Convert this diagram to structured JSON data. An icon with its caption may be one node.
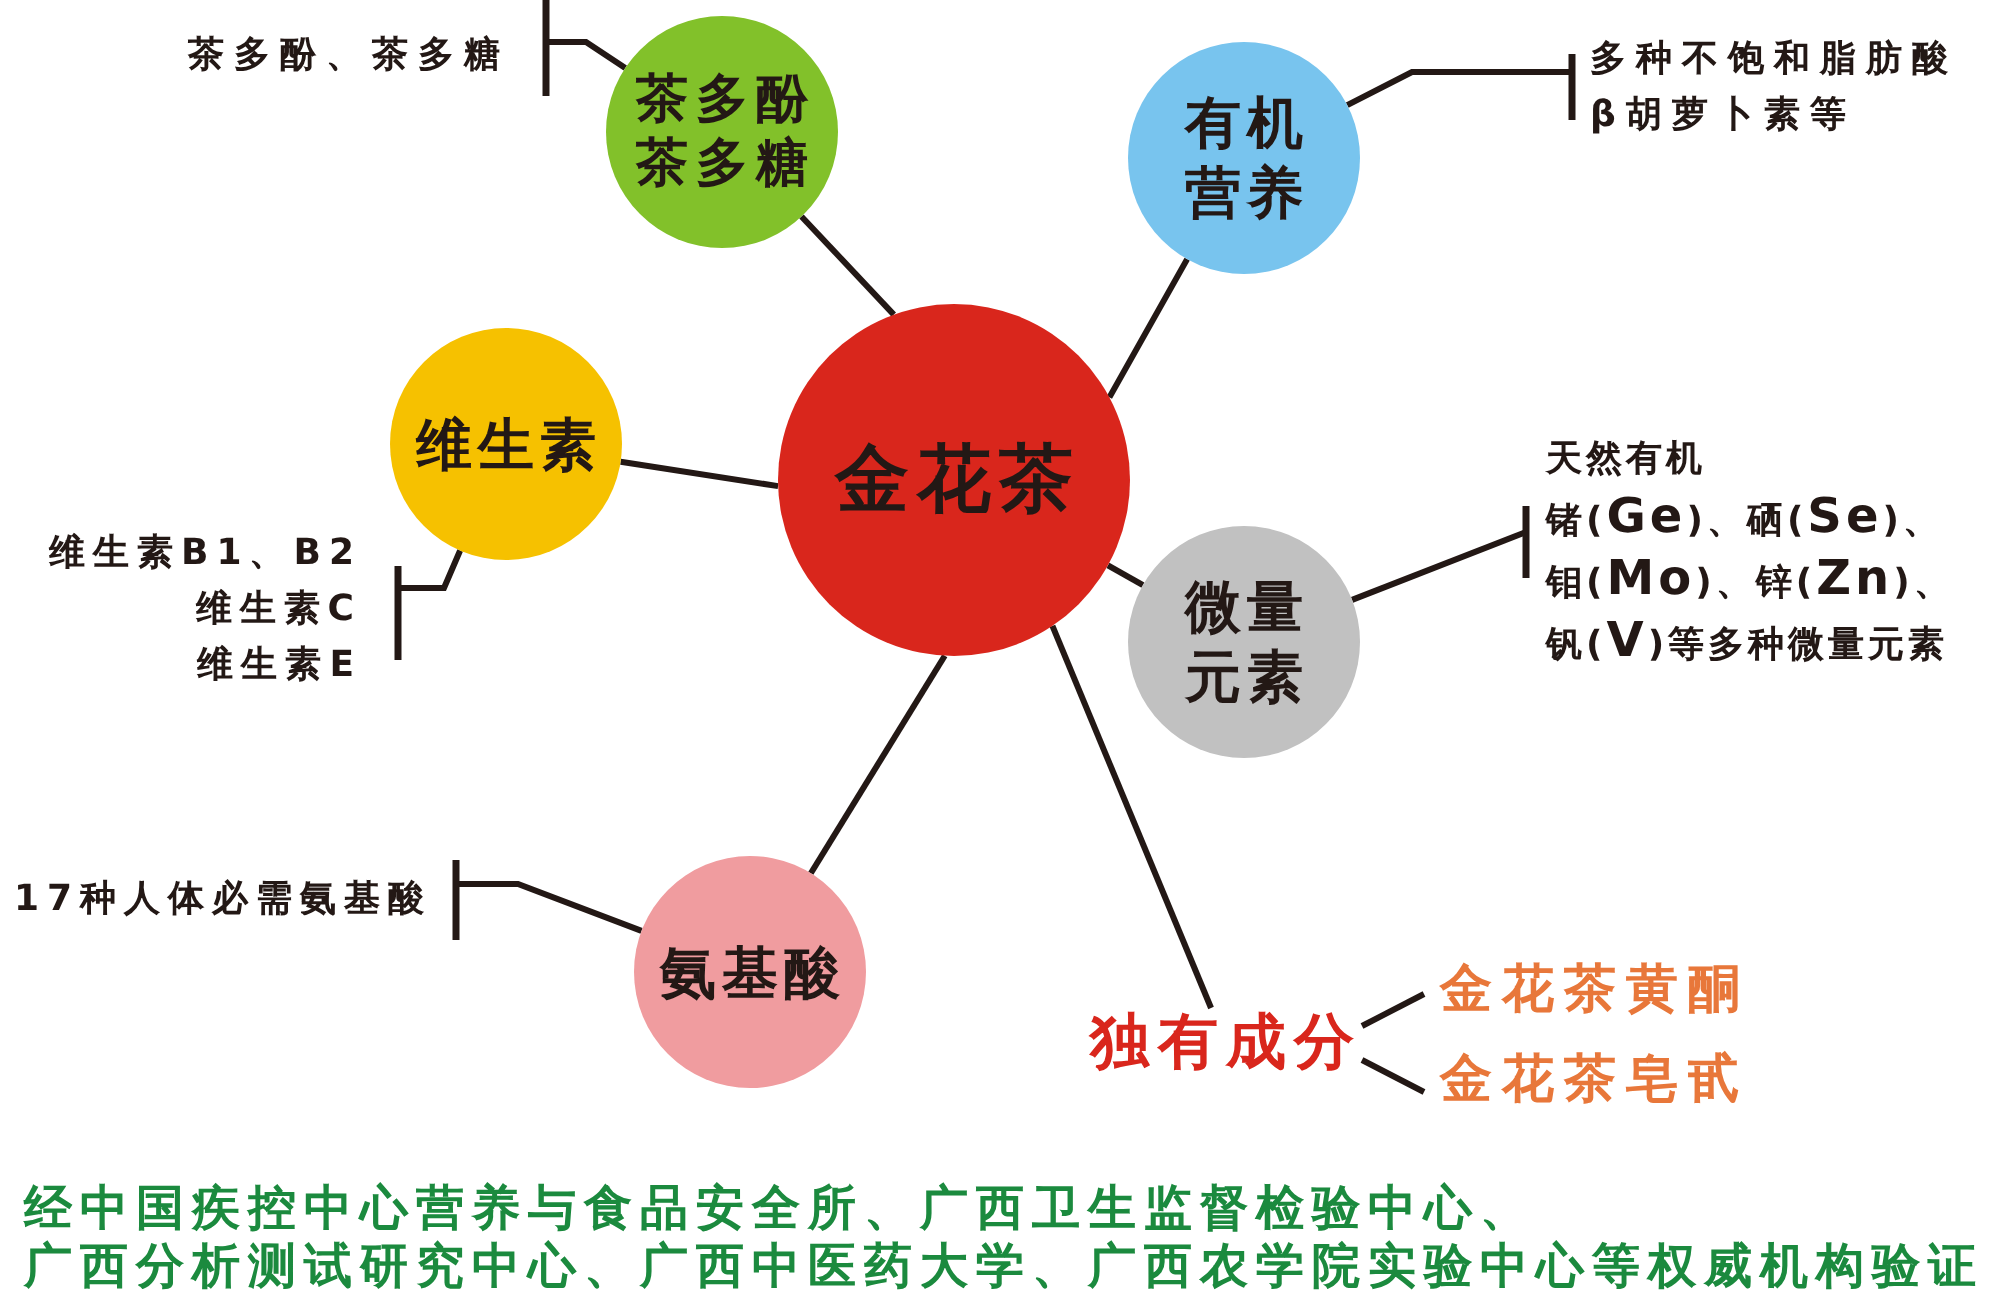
{
  "diagram": {
    "caption": "经中国疾控中心营养与食品安全所、广西卫生监督检验中心、广西分析测试研究中心、广西中医药大学、广西农学院实验中心等权威机构验证",
    "nodes": [
      {
        "text": [
          "金花茶"
        ]
      },
      {
        "text": [
          "茶多酚茶多糖"
        ]
      },
      {
        "text": [
          "有机营养"
        ]
      },
      {
        "text": [
          "维生素"
        ]
      },
      {
        "text": [
          "微量元素"
        ]
      },
      {
        "text": [
          "氨基酸"
        ]
      },
      {
        "text": [
          "独有成分"
        ]
      },
      {
        "text": [
          "金花茶黄酮"
        ]
      },
      {
        "text": [
          "金花茶皂甙"
        ]
      },
      {
        "text": [
          "茶多酚、茶多糖"
        ]
      },
      {
        "text": [
          "多种不饱和脂肪酸",
          "β胡萝卜素等"
        ]
      },
      {
        "text": [
          "维生素B1、B2",
          "维生素C",
          "维生素E"
        ]
      },
      {
        "text": [
          "17种人体必需氨基酸"
        ]
      },
      {
        "text": [
          "天然有机锗(Ge)、硒(Se)、钼(Mo)、锌(Zn)、钒(V)等多种微量元素"
        ]
      }
    ],
    "edges": [
      {
        "from": 0,
        "to": 1,
        "arrow": "none"
      },
      {
        "from": 0,
        "to": 2,
        "arrow": "none"
      },
      {
        "from": 0,
        "to": 3,
        "arrow": "none"
      },
      {
        "from": 0,
        "to": 4,
        "arrow": "none"
      },
      {
        "from": 0,
        "to": 5,
        "arrow": "none"
      },
      {
        "from": 0,
        "to": 6,
        "arrow": "none"
      },
      {
        "from": 6,
        "to": 7,
        "arrow": "none"
      },
      {
        "from": 6,
        "to": 8,
        "arrow": "none"
      },
      {
        "from": 1,
        "to": 9,
        "arrow": "other"
      },
      {
        "from": 2,
        "to": 10,
        "arrow": "other"
      },
      {
        "from": 3,
        "to": 11,
        "arrow": "other"
      },
      {
        "from": 5,
        "to": 12,
        "arrow": "other"
      },
      {
        "from": 4,
        "to": 13,
        "arrow": "other"
      }
    ]
  }
}
